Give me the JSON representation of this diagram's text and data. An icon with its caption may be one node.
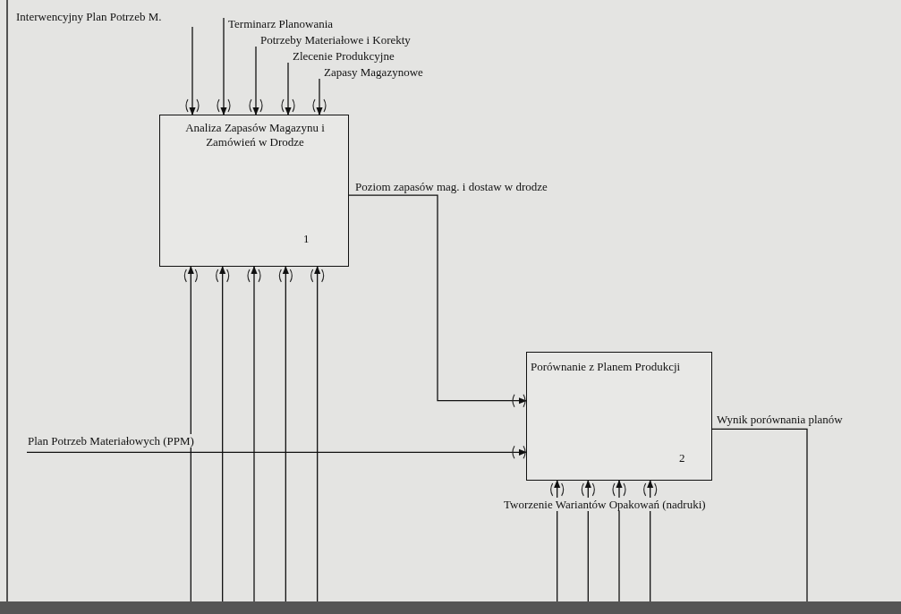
{
  "diagram": {
    "nodes": [
      {
        "text": [
          "Analiza Zapasów Magazynu i Zamówień w Drodze",
          "1"
        ]
      },
      {
        "text": [
          "Porównanie z Planem Produkcji",
          "2"
        ]
      },
      {
        "text": [
          "Interwencyjny Plan Potrzeb M."
        ]
      },
      {
        "text": [
          "Terminarz Planowania"
        ]
      },
      {
        "text": [
          "Potrzeby Materiałowe i Korekty"
        ]
      },
      {
        "text": [
          "Zlecenie Produkcyjne"
        ]
      },
      {
        "text": [
          "Zapasy Magazynowe"
        ]
      }
    ],
    "edges": [
      {
        "from": 2,
        "to": 0,
        "arrow": "to"
      },
      {
        "from": 3,
        "to": 0,
        "arrow": "to"
      },
      {
        "from": 4,
        "to": 0,
        "arrow": "to"
      },
      {
        "from": 5,
        "to": 0,
        "arrow": "to"
      },
      {
        "from": 6,
        "to": 0,
        "arrow": "to"
      },
      {
        "from": 0,
        "to": 1,
        "arrow": "to",
        "label": "Poziom zapasów mag. i dostaw w drodze"
      },
      {
        "from": null,
        "to": 1,
        "arrow": "to",
        "label": "Plan Potrzeb Materiałowych (PPM)"
      },
      {
        "from": 1,
        "to": null,
        "arrow": "none",
        "label": "Wynik porównania planów"
      },
      {
        "from": null,
        "to": 0,
        "arrow": "to"
      },
      {
        "from": null,
        "to": 0,
        "arrow": "to"
      },
      {
        "from": null,
        "to": 0,
        "arrow": "to"
      },
      {
        "from": null,
        "to": 0,
        "arrow": "to"
      },
      {
        "from": null,
        "to": 0,
        "arrow": "to"
      },
      {
        "from": null,
        "to": 1,
        "arrow": "to"
      },
      {
        "from": null,
        "to": 1,
        "arrow": "to"
      },
      {
        "from": null,
        "to": 1,
        "arrow": "to"
      },
      {
        "from": null,
        "to": 1,
        "arrow": "to"
      }
    ],
    "labels": [
      "Tworzenie Wariantów Opakowań (nadruki)"
    ]
  }
}
